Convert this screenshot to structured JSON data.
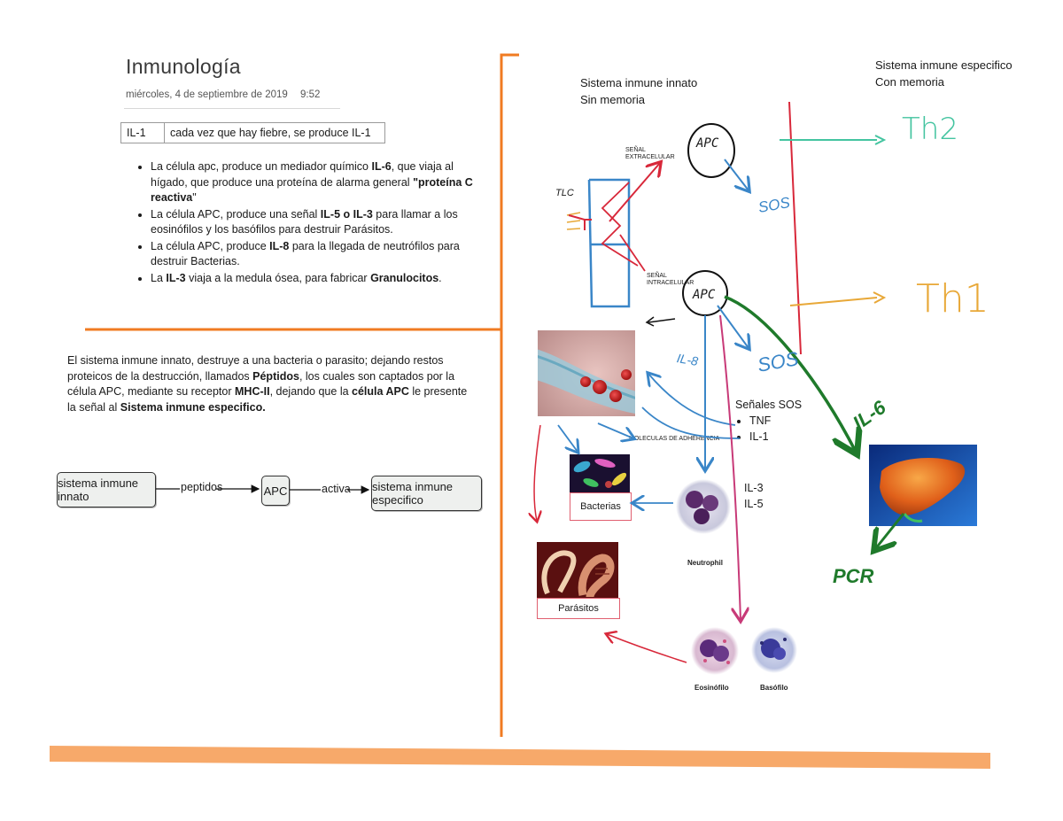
{
  "note": {
    "title": "Inmunología",
    "date": "miércoles, 4 de septiembre de 2019",
    "time": "9:52"
  },
  "il1_table": {
    "key": "IL-1",
    "value": "cada vez que hay fiebre, se produce IL-1"
  },
  "bullets": [
    {
      "pre": "La célula apc, produce un mediador químico ",
      "b1": "IL-6",
      "mid": ", que viaja al hígado, que produce una proteína de alarma general ",
      "b2": "\"proteína C reactiva",
      "post": "\""
    },
    {
      "pre": "La célula APC, produce una señal ",
      "b1": "IL-5 o IL-3",
      "mid": " para llamar a los eosinófilos y los basófilos para destruir Parásitos.",
      "b2": "",
      "post": ""
    },
    {
      "pre": "La célula APC, produce ",
      "b1": "IL-8",
      "mid": " para la llegada de neutrófilos para destruir Bacterias.",
      "b2": "",
      "post": ""
    },
    {
      "pre": "La ",
      "b1": "IL-3",
      "mid": " viaja a la medula ósea, para fabricar ",
      "b2": "Granulocitos",
      "post": "."
    }
  ],
  "paragraph": {
    "t1": "El sistema inmune innato, destruye a una bacteria o parasito; dejando restos proteicos de la destrucción, llamados ",
    "b1": "Péptidos",
    "t2": ", los cuales son captados por la célula APC, mediante su receptor ",
    "b2": "MHC-II",
    "t3": ", dejando que la ",
    "b3": "célula APC",
    "t4": " le presente la señal al ",
    "b4": "Sistema inmune especifico."
  },
  "flow": {
    "node1": "sistema inmune innato",
    "edge1": "peptidos",
    "node2": "APC",
    "edge2": "activa",
    "node3": "sistema inmune especifico"
  },
  "diagram": {
    "innate_line1": "Sistema inmune innato",
    "innate_line2": "Sin memoria",
    "specific_line1": "Sistema inmune especifico",
    "specific_line2": "Con memoria",
    "senal_extra_1": "SEÑAL",
    "senal_extra_2": "EXTRACELULAR",
    "senal_intra_1": "SEÑAL",
    "senal_intra_2": "INTRACELULAR",
    "apc_top": "APC",
    "apc_bottom": "APC",
    "sos_top": "SOS",
    "sos_bottom": "SOS",
    "il8": "IL-8",
    "th2": "Th2",
    "th1": "Th1",
    "il6": "IL-6",
    "pcr": "PCR",
    "tlc": "TLC",
    "adherencia": "MOLECULAS DE ADHERENCIA",
    "signals_title": "Señales SOS",
    "signals": [
      "TNF",
      "IL-1"
    ],
    "il3": "IL-3",
    "il5": "IL-5",
    "bacterias": "Bacterias",
    "parasitos": "Parásitos",
    "neutrophil": "Neutrophil",
    "eosinofilo": "Eosinófilo",
    "basofilo": "Basófilo"
  },
  "colors": {
    "orange": "#f07b22",
    "stripe": "#f7a96a",
    "red_ink": "#d8283a",
    "blue_ink": "#3a86c8",
    "green_ink": "#1f7a2b",
    "teal_ink": "#44c4a0",
    "amber_ink": "#e8a838"
  }
}
